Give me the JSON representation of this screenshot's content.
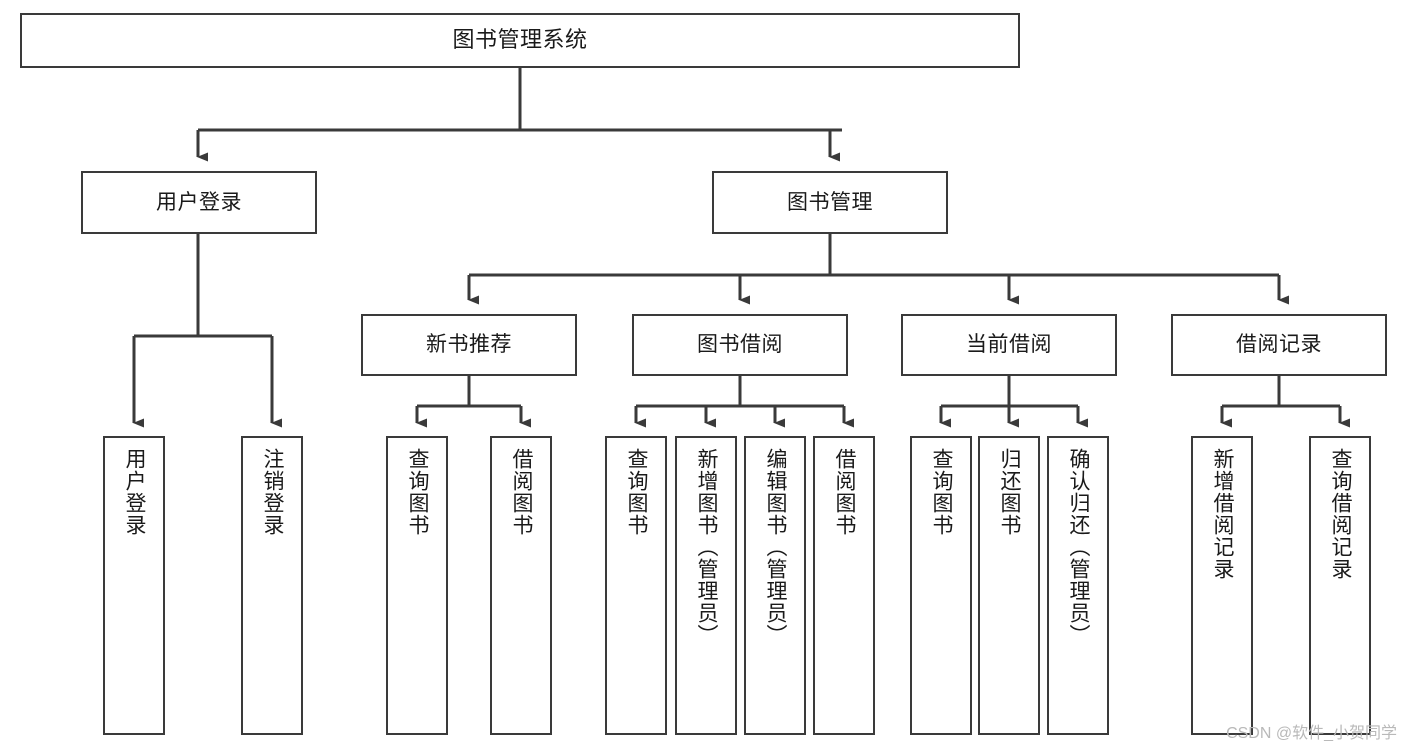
{
  "diagram": {
    "type": "tree",
    "title": "图书管理系统",
    "watermark": "CSDN @软件_小贺同学",
    "colors": {
      "box_border": "#3a3a3a",
      "box_fill": "#ffffff",
      "edge": "#3a3a3a",
      "text": "#1a1a1a",
      "watermark": "#b9b9b9"
    },
    "nodes": {
      "root": "图书管理系统",
      "user_login": "用户登录",
      "book_manage": "图书管理",
      "new_book_rec": "新书推荐",
      "book_borrow": "图书借阅",
      "current_borrow": "当前借阅",
      "borrow_record": "借阅记录",
      "leaf_user_login": "用户登录",
      "leaf_logout": "注销登录",
      "leaf_query_book_1": "查询图书",
      "leaf_borrow_book_1": "借阅图书",
      "leaf_query_book_2": "查询图书",
      "leaf_add_book_admin": "新增图书（管理员）",
      "leaf_edit_book_admin": "编辑图书（管理员）",
      "leaf_borrow_book_2": "借阅图书",
      "leaf_query_book_3": "查询图书",
      "leaf_return_book": "归还图书",
      "leaf_confirm_return_admin": "确认归还（管理员）",
      "leaf_add_record": "新增借阅记录",
      "leaf_query_record": "查询借阅记录"
    }
  }
}
